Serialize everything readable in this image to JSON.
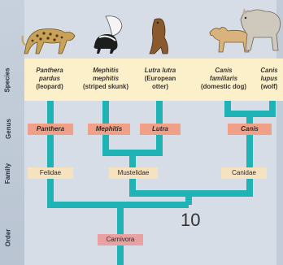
{
  "ranks": {
    "species": "Species",
    "genus": "Genus",
    "family": "Family",
    "order": "Order"
  },
  "species": [
    {
      "scientific_1": "Panthera",
      "scientific_2": "pardus",
      "common": "(leopard)"
    },
    {
      "scientific_1": "Mephitis",
      "scientific_2": "mephitis",
      "common": "(striped skunk)"
    },
    {
      "scientific_1": "Lutra lutra",
      "common_1": "(European",
      "common_2": "otter)"
    },
    {
      "scientific_1": "Canis",
      "scientific_2": "familiaris",
      "common": "(domestic dog)"
    },
    {
      "scientific_1": "Canis",
      "scientific_2": "lupus",
      "common": "(wolf)"
    }
  ],
  "genera": [
    "Panthera",
    "Mephitis",
    "Lutra",
    "Canis"
  ],
  "families": [
    "Felidae",
    "Mustelidae",
    "Canidae"
  ],
  "order": "Carnivora",
  "page_number": "10",
  "colors": {
    "branch": "#1fb3b5",
    "genus_box": "#f1a088",
    "family_box": "#f6e2bf",
    "order_box": "#e8a0a0",
    "species_band": "#fbf0c9"
  },
  "icons": [
    "leopard-illustration",
    "skunk-illustration",
    "otter-illustration",
    "dog-illustration",
    "wolf-illustration"
  ]
}
